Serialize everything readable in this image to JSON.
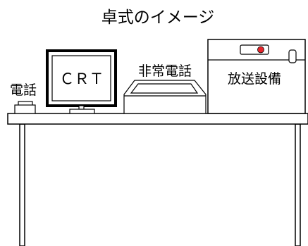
{
  "diagram": {
    "title": "卓式のイメージ",
    "equipment": {
      "telephone_label": "電話",
      "crt_label": "ＣＲＴ",
      "emergency_phone_label": "非常電話",
      "broadcast_label": "放送設備"
    }
  }
}
